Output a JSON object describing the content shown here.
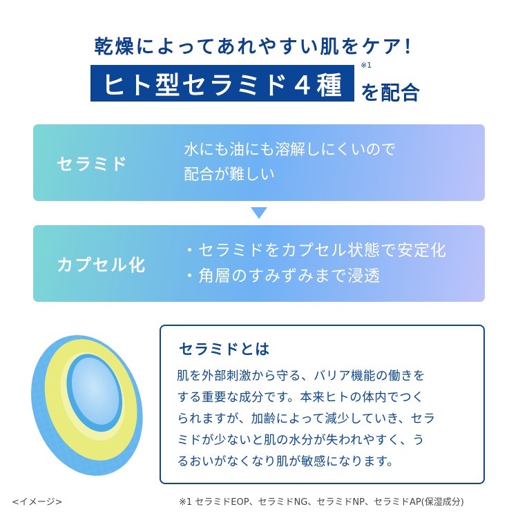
{
  "header": {
    "headline": "乾燥によってあれやすい肌をケア！",
    "banner_text": "ヒト型セラミド４種",
    "note_mark": "※1",
    "banner_suffix": "を配合"
  },
  "steps": [
    {
      "label": "セラミド",
      "lines": [
        "水にも油にも溶解しにくいので",
        "配合が難しい"
      ]
    },
    {
      "label": "カプセル化",
      "lines": [
        "・セラミドをカプセル状態で安定化",
        "・角層のすみずみまで浸透"
      ]
    }
  ],
  "illustration": {
    "icon": "ceramide-capsule-illustration",
    "caption": "<イメージ>"
  },
  "info_box": {
    "title": "セラミドとは",
    "lines": [
      "肌を外部刺激から守る、バリア機能の働きを",
      "する重要な成分です。本来ヒトの体内でつく",
      "られますが、加齢によって減少していき、セラ",
      "ミドが少ないと肌の水分が失われやすく、う",
      "るおいがなくなり肌が敏感になります。"
    ]
  },
  "footnote": "※1 セラミドEOP、セラミドNG、セラミドNP、セラミドAP(保湿成分)",
  "colors": {
    "brand_blue": "#0a4597",
    "arrow_blue": "#6fb1f5",
    "gradient_start": "#7dd7d5",
    "gradient_end": "#bdc3fb"
  }
}
